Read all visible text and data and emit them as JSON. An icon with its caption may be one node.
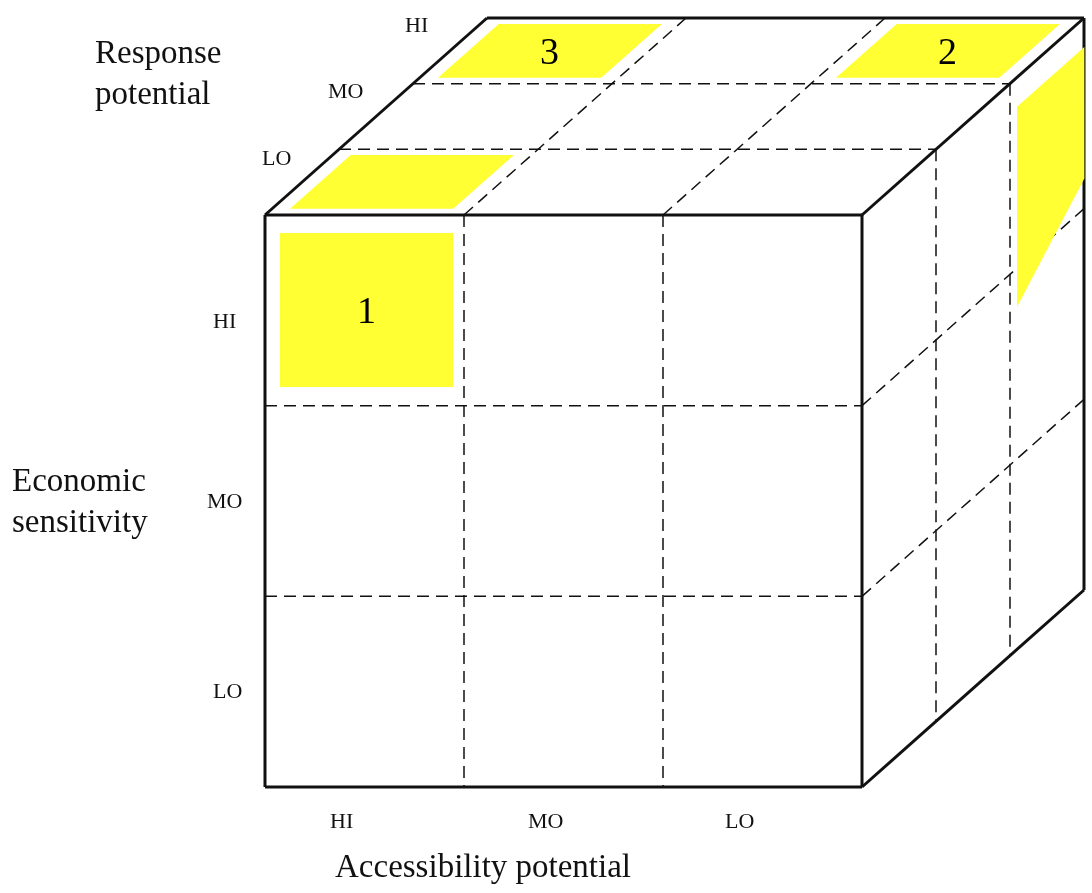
{
  "diagram": {
    "nodes": [
      {
        "text": [
          "3"
        ]
      },
      {
        "text": [
          "2"
        ]
      },
      {
        "text": [],
        "shape": "box"
      },
      {
        "text": [],
        "shape": "box"
      },
      {
        "text": [
          "1"
        ]
      }
    ],
    "labels": [
      "HI",
      "Response potential",
      "MO",
      "LO",
      "HI",
      "Economic sensitivity",
      "MO",
      "LO",
      "HI",
      "MO",
      "LO",
      "Accessibility potential"
    ]
  }
}
